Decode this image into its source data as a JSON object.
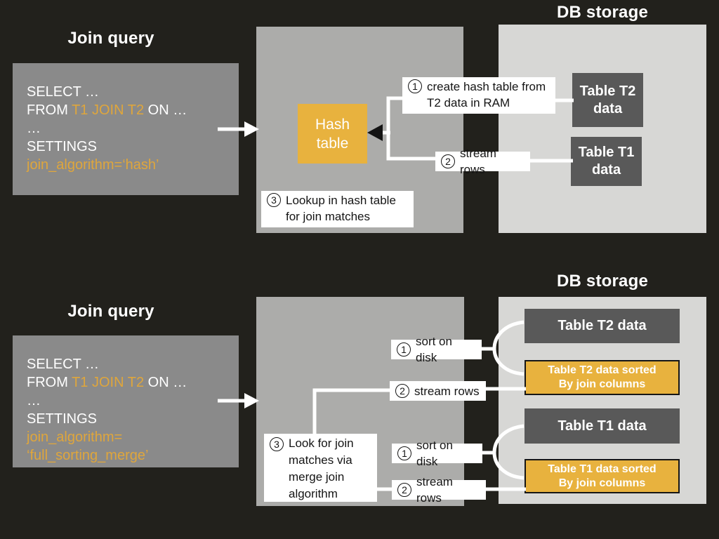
{
  "palette": {
    "background": "#22211c",
    "query_box_gray": "#8a8a8a",
    "server_box_gray": "#acacaa",
    "db_storage_gray": "#d7d7d5",
    "dark_table_gray": "#595959",
    "accent_orange": "#e8b23e",
    "code_orange": "#dfa63c",
    "white": "#ffffff"
  },
  "hash_section": {
    "join_query_title": "Join query",
    "db_storage_title": "DB storage",
    "sql": {
      "l1": "SELECT …",
      "l2a": "FROM ",
      "l2b": "T1 JOIN T2",
      "l2c": " ON …",
      "l3": "…",
      "l4": "SETTINGS",
      "l5": "join_algorithm=‘hash’"
    },
    "hash_table": {
      "l1": "Hash",
      "l2": "table"
    },
    "callout1": {
      "num": "1",
      "l1": "create hash table from",
      "l2": "T2 data in RAM"
    },
    "callout2": {
      "num": "2",
      "text": "stream rows"
    },
    "callout3": {
      "num": "3",
      "l1": "Lookup in hash table",
      "l2": "for join matches"
    },
    "table_t2": {
      "l1": "Table T2",
      "l2": "data"
    },
    "table_t1": {
      "l1": "Table T1",
      "l2": "data"
    }
  },
  "merge_section": {
    "join_query_title": "Join query",
    "db_storage_title": "DB storage",
    "sql": {
      "l1": "SELECT …",
      "l2a": "FROM ",
      "l2b": "T1 JOIN T2",
      "l2c": " ON …",
      "l3": "…",
      "l4": "SETTINGS",
      "l5": "join_algorithm=",
      "l6": "‘full_sorting_merge’"
    },
    "callout_sort_t2": {
      "num": "1",
      "text": "sort on disk"
    },
    "callout_stream_t2": {
      "num": "2",
      "text": "stream rows"
    },
    "callout3": {
      "num": "3",
      "l1": "Look for join",
      "l2": "matches via",
      "l3": "merge join",
      "l4": "algorithm"
    },
    "callout_sort_t1": {
      "num": "1",
      "text": "sort on disk"
    },
    "callout_stream_t1": {
      "num": "2",
      "text": "stream rows"
    },
    "table_t2": "Table T2 data",
    "table_t2_sorted": {
      "l1": "Table T2 data sorted",
      "l2": "By join columns"
    },
    "table_t1": "Table T1 data",
    "table_t1_sorted": {
      "l1": "Table T1 data sorted",
      "l2": "By join columns"
    }
  }
}
